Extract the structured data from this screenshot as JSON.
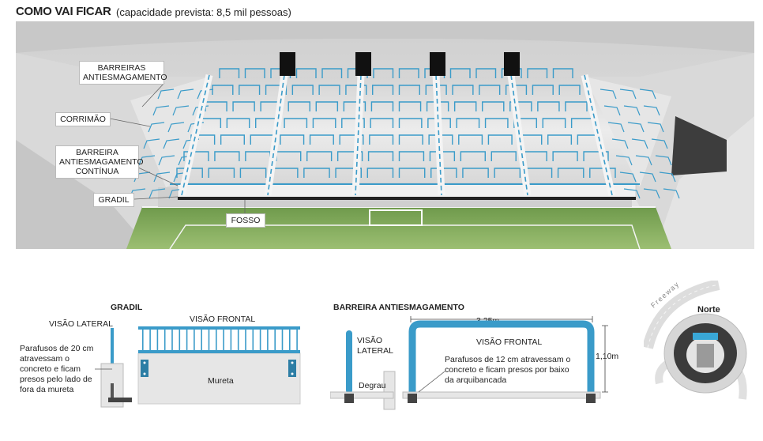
{
  "header": {
    "title": "COMO VAI FICAR",
    "subtitle": "(capacidade prevista: 8,5 mil pessoas)"
  },
  "stadium_callouts": {
    "barreiras": "BARREIRAS ANTIESMAGAMENTO",
    "corrimao": "CORRIMÃO",
    "barreira_continua": "BARREIRA ANTIESMAGAMENTO CONTÍNUA",
    "gradil": "GRADIL",
    "fosso": "FOSSO"
  },
  "gradil_panel": {
    "title": "GRADIL",
    "side_view": "VISÃO LATERAL",
    "front_view": "VISÃO FRONTAL",
    "note": "Parafusos de 20 cm atravessam o concreto e ficam presos pelo lado de fora da mureta",
    "wall_label": "Mureta"
  },
  "barrier_panel": {
    "title": "BARREIRA ANTIESMAGAMENTO",
    "side_view": "VISÃO LATERAL",
    "front_view": "VISÃO FRONTAL",
    "width": "3,25m",
    "height": "1,10m",
    "step_label": "Degrau",
    "note": "Parafusos de 12 cm atravessam o concreto e ficam presos por baixo da arquibancada"
  },
  "locator": {
    "road_label": "Freeway",
    "north_label": "Norte"
  },
  "colors": {
    "accent_blue": "#3a9bc9",
    "pitch_green": "#7fa75a",
    "stands_gray": "#dcdcdc"
  }
}
